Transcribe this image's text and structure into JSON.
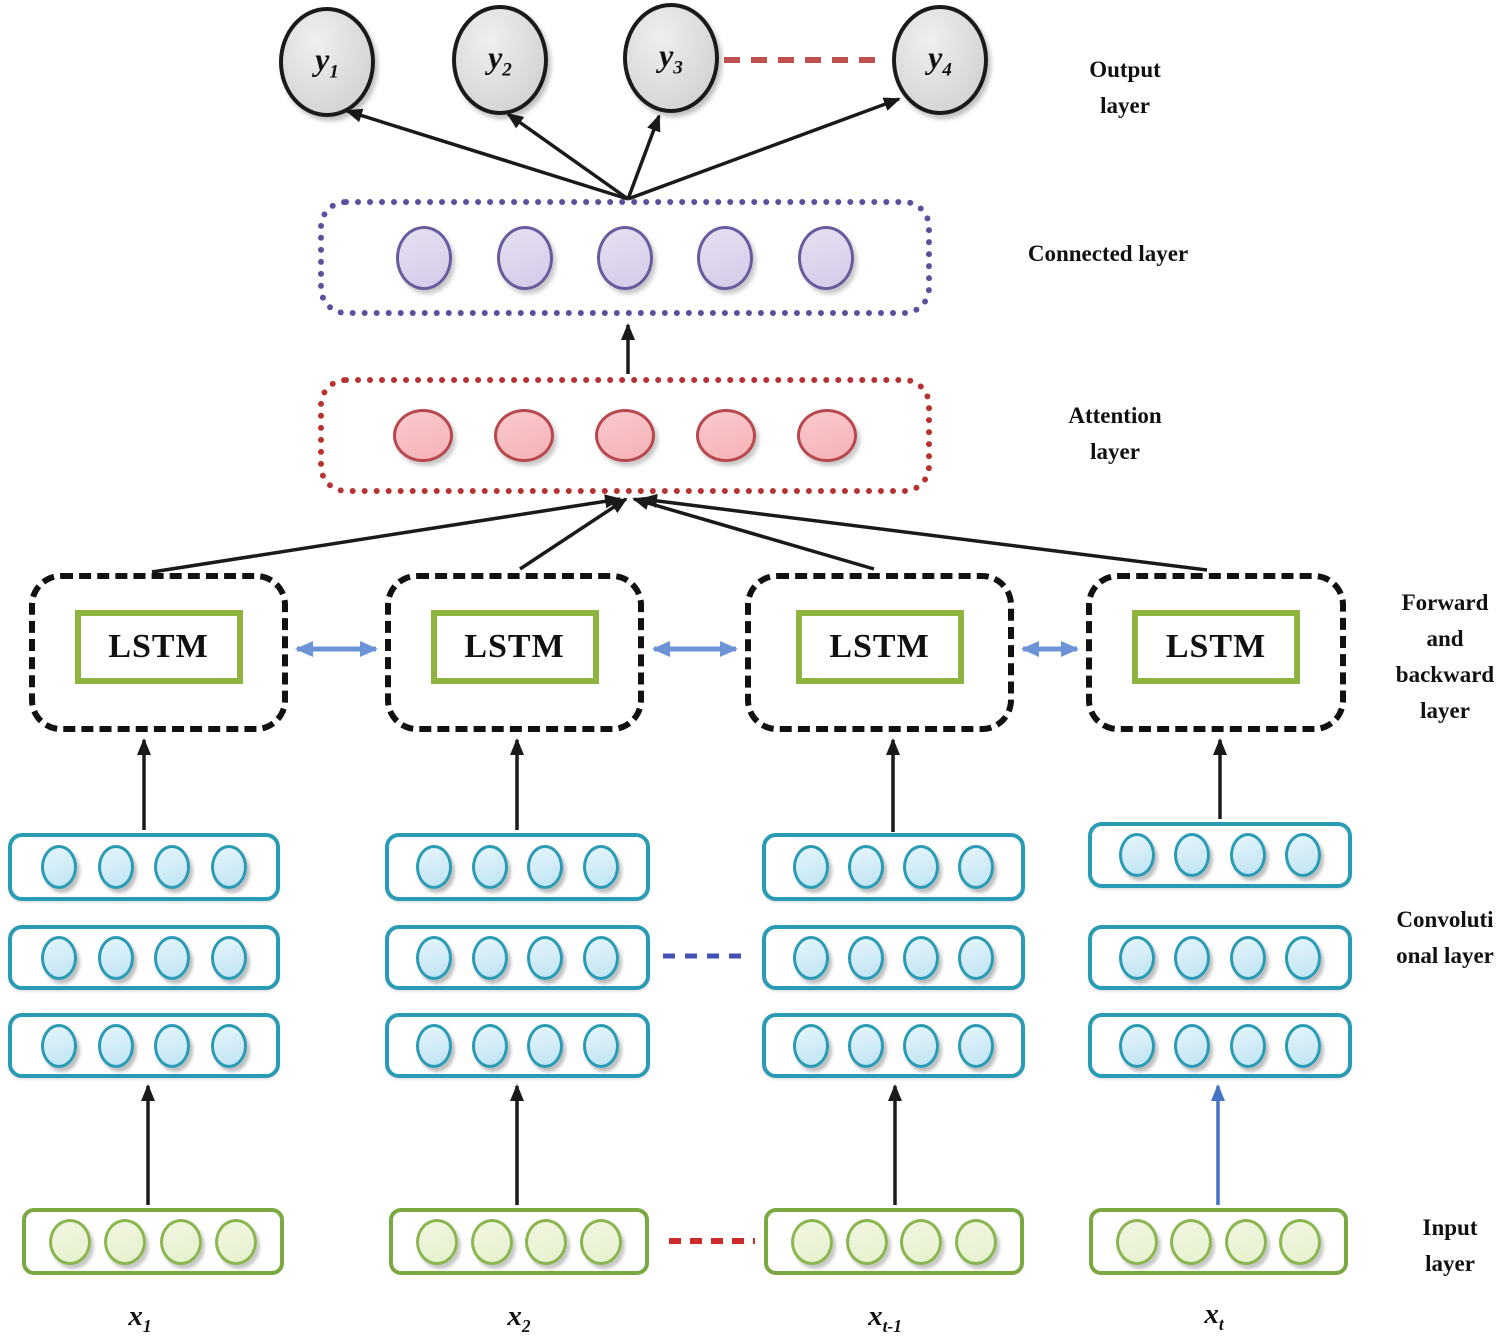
{
  "outputs": [
    {
      "base": "y",
      "sub": "1"
    },
    {
      "base": "y",
      "sub": "2"
    },
    {
      "base": "y",
      "sub": "3"
    },
    {
      "base": "y",
      "sub": "4"
    }
  ],
  "layers": {
    "lstm_label": "LSTM"
  },
  "right_labels": {
    "output": "Output\nlayer",
    "connected": "Connected layer",
    "attention": "Attention\nlayer",
    "forward_backward": "Forward\nand\nbackward\nlayer",
    "convolutional": "Convoluti\nonal layer",
    "input": "Input\nlayer"
  },
  "inputs": [
    {
      "base": "x",
      "sub": "1"
    },
    {
      "base": "x",
      "sub": "2"
    },
    {
      "base": "x",
      "sub": "t-1"
    },
    {
      "base": "x",
      "sub": "t"
    }
  ],
  "counts": {
    "output_nodes": 4,
    "connected_nodes": 5,
    "attention_nodes": 5,
    "lstm_units": 4,
    "conv_rows": 3,
    "conv_columns": 4,
    "nodes_per_conv_box": 4,
    "input_boxes": 4,
    "nodes_per_input_box": 4
  },
  "colors": {
    "output_node_border": "#1a1a1a",
    "connected_box_border": "#5d4f9e",
    "connected_node_fill": "#d4cbe8",
    "connected_node_border": "#6a5a9e",
    "attention_box_border": "#b73333",
    "attention_node_fill": "#f5b3b8",
    "attention_node_border": "#b6484e",
    "lstm_box_border": "#111111",
    "lstm_inner_border": "#8fb33f",
    "bi_arrow": "#6b93d6",
    "conv_box_border": "#2a9bb5",
    "conv_node_fill": "#bfe4f3",
    "conv_node_border": "#2a9bb5",
    "input_box_border": "#7ca842",
    "input_node_fill": "#e7f1cf",
    "input_node_border": "#8ab54f",
    "arrow_black": "#1a1a1a",
    "arrow_blue": "#4472c4",
    "dash_red_dark": "#c0504d",
    "dash_red_bright": "#cc2b2b",
    "dash_blue": "#4450b5"
  }
}
